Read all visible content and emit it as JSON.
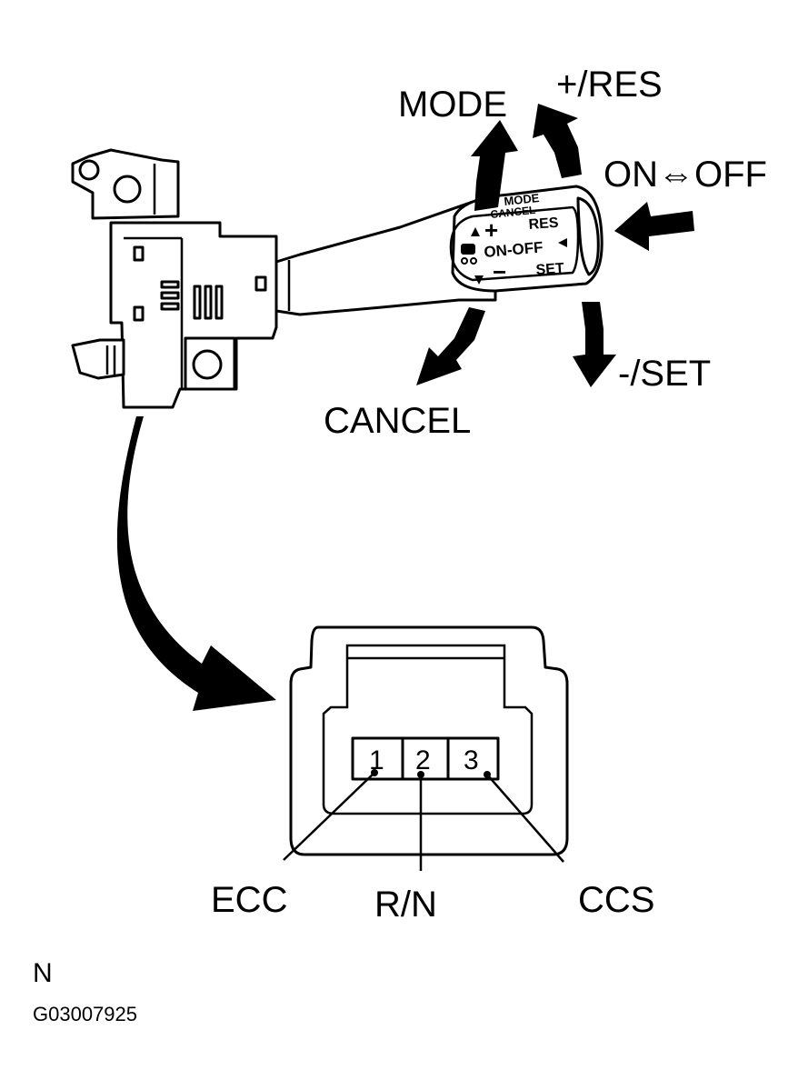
{
  "operations": {
    "mode": "MODE",
    "res": "+/RES",
    "on_off": "ON⇔OFF",
    "cancel": "CANCEL",
    "set": "-/SET"
  },
  "knob_markings": {
    "mode_cancel_top": "MODE",
    "mode_cancel_bottom": "CANCEL",
    "plus": "+",
    "res": "RES",
    "on_off": "ON-OFF",
    "set": "SET",
    "minus": "−"
  },
  "connector": {
    "pins": [
      "1",
      "2",
      "3"
    ],
    "terminals": [
      "ECC",
      "R/N",
      "CCS"
    ]
  },
  "footer": {
    "letter": "N",
    "figure_code": "G03007925"
  }
}
